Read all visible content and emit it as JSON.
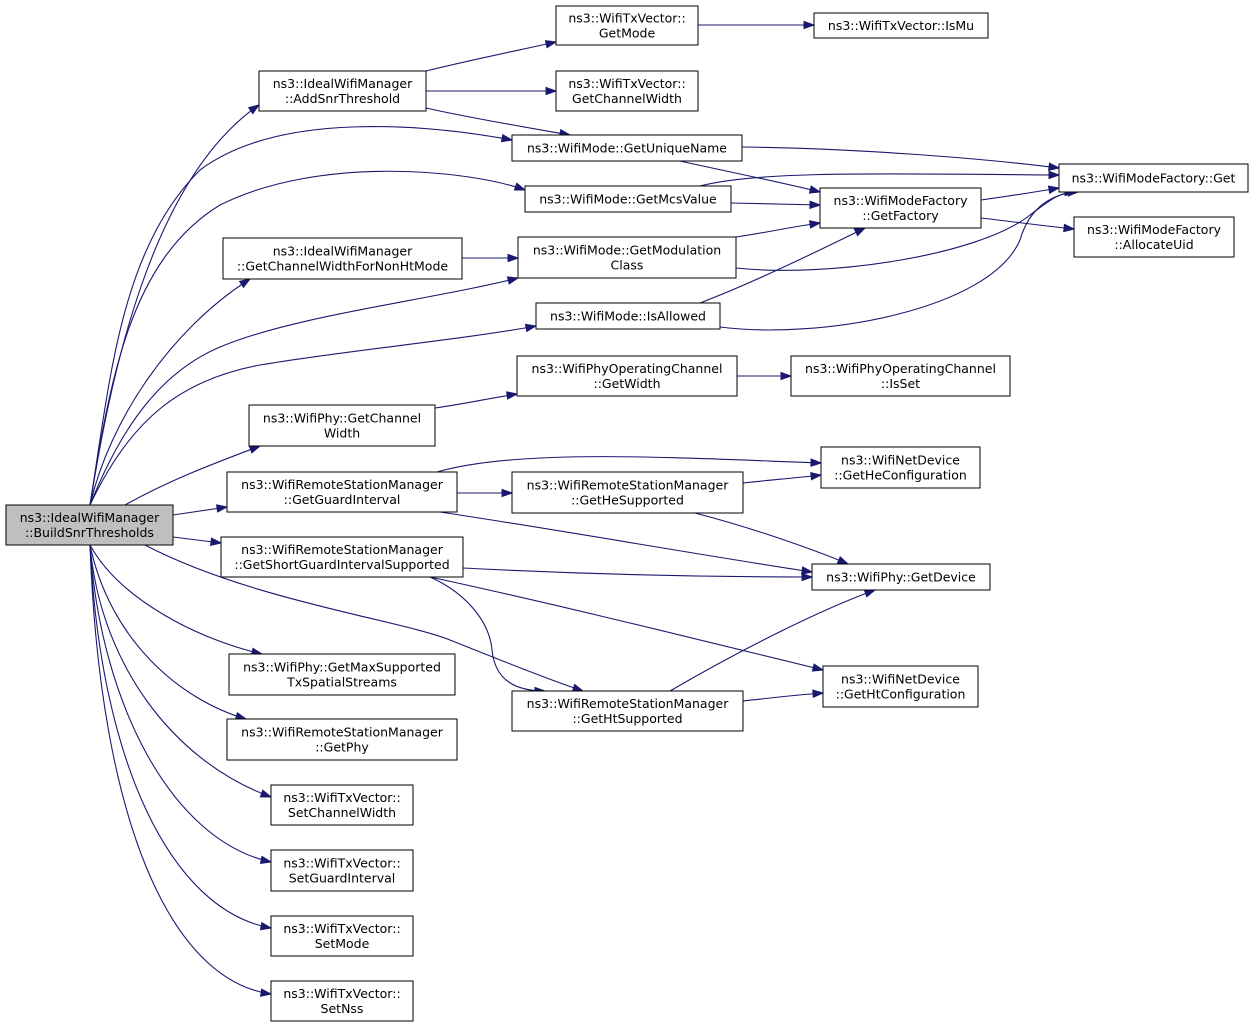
{
  "nodes": [
    {
      "id": "root",
      "lines": [
        "ns3::IdealWifiManager",
        "::BuildSnrThresholds"
      ],
      "highlighted": true
    },
    {
      "id": "add_snr",
      "lines": [
        "ns3::IdealWifiManager",
        "::AddSnrThreshold"
      ]
    },
    {
      "id": "txv_getmode",
      "lines": [
        "ns3::WifiTxVector::",
        "GetMode"
      ]
    },
    {
      "id": "txv_ismu",
      "lines": [
        "ns3::WifiTxVector::IsMu"
      ]
    },
    {
      "id": "txv_getcw",
      "lines": [
        "ns3::WifiTxVector::",
        "GetChannelWidth"
      ]
    },
    {
      "id": "mode_uniquename",
      "lines": [
        "ns3::WifiMode::GetUniqueName"
      ]
    },
    {
      "id": "modefactory_get",
      "lines": [
        "ns3::WifiModeFactory::Get"
      ]
    },
    {
      "id": "mode_mcs",
      "lines": [
        "ns3::WifiMode::GetMcsValue"
      ]
    },
    {
      "id": "modefactory_getfactory",
      "lines": [
        "ns3::WifiModeFactory",
        "::GetFactory"
      ]
    },
    {
      "id": "modefactory_alloc",
      "lines": [
        "ns3::WifiModeFactory",
        "::AllocateUid"
      ]
    },
    {
      "id": "ideal_getcwnonht",
      "lines": [
        "ns3::IdealWifiManager",
        "::GetChannelWidthForNonHtMode"
      ]
    },
    {
      "id": "mode_modclass",
      "lines": [
        "ns3::WifiMode::GetModulation",
        "Class"
      ]
    },
    {
      "id": "mode_isallowed",
      "lines": [
        "ns3::WifiMode::IsAllowed"
      ]
    },
    {
      "id": "opch_getwidth",
      "lines": [
        "ns3::WifiPhyOperatingChannel",
        "::GetWidth"
      ]
    },
    {
      "id": "opch_isset",
      "lines": [
        "ns3::WifiPhyOperatingChannel",
        "::IsSet"
      ]
    },
    {
      "id": "phy_getcw",
      "lines": [
        "ns3::WifiPhy::GetChannel",
        "Width"
      ]
    },
    {
      "id": "rsm_gi",
      "lines": [
        "ns3::WifiRemoteStationManager",
        "::GetGuardInterval"
      ]
    },
    {
      "id": "netdev_he",
      "lines": [
        "ns3::WifiNetDevice",
        "::GetHeConfiguration"
      ]
    },
    {
      "id": "rsm_he",
      "lines": [
        "ns3::WifiRemoteStationManager",
        "::GetHeSupported"
      ]
    },
    {
      "id": "rsm_sgi",
      "lines": [
        "ns3::WifiRemoteStationManager",
        "::GetShortGuardIntervalSupported"
      ]
    },
    {
      "id": "phy_getdevice",
      "lines": [
        "ns3::WifiPhy::GetDevice"
      ]
    },
    {
      "id": "phy_maxss",
      "lines": [
        "ns3::WifiPhy::GetMaxSupported",
        "TxSpatialStreams"
      ]
    },
    {
      "id": "netdev_ht",
      "lines": [
        "ns3::WifiNetDevice",
        "::GetHtConfiguration"
      ]
    },
    {
      "id": "rsm_ht",
      "lines": [
        "ns3::WifiRemoteStationManager",
        "::GetHtSupported"
      ]
    },
    {
      "id": "rsm_getphy",
      "lines": [
        "ns3::WifiRemoteStationManager",
        "::GetPhy"
      ]
    },
    {
      "id": "txv_setcw",
      "lines": [
        "ns3::WifiTxVector::",
        "SetChannelWidth"
      ]
    },
    {
      "id": "txv_setgi",
      "lines": [
        "ns3::WifiTxVector::",
        "SetGuardInterval"
      ]
    },
    {
      "id": "txv_setmode",
      "lines": [
        "ns3::WifiTxVector::",
        "SetMode"
      ]
    },
    {
      "id": "txv_setnss",
      "lines": [
        "ns3::WifiTxVector::",
        "SetNss"
      ]
    }
  ],
  "edges": [
    [
      "root",
      "add_snr"
    ],
    [
      "root",
      "mode_uniquename"
    ],
    [
      "root",
      "mode_mcs"
    ],
    [
      "root",
      "ideal_getcwnonht"
    ],
    [
      "root",
      "mode_modclass"
    ],
    [
      "root",
      "mode_isallowed"
    ],
    [
      "root",
      "phy_getcw"
    ],
    [
      "root",
      "rsm_gi"
    ],
    [
      "root",
      "rsm_sgi"
    ],
    [
      "root",
      "rsm_ht"
    ],
    [
      "root",
      "phy_maxss"
    ],
    [
      "root",
      "rsm_getphy"
    ],
    [
      "root",
      "txv_setcw"
    ],
    [
      "root",
      "txv_setgi"
    ],
    [
      "root",
      "txv_setmode"
    ],
    [
      "root",
      "txv_setnss"
    ],
    [
      "add_snr",
      "txv_getmode"
    ],
    [
      "add_snr",
      "txv_getcw"
    ],
    [
      "add_snr",
      "mode_uniquename"
    ],
    [
      "txv_getmode",
      "txv_ismu"
    ],
    [
      "mode_uniquename",
      "modefactory_get"
    ],
    [
      "mode_uniquename",
      "modefactory_getfactory"
    ],
    [
      "mode_mcs",
      "modefactory_get"
    ],
    [
      "mode_mcs",
      "modefactory_getfactory"
    ],
    [
      "modefactory_getfactory",
      "modefactory_get"
    ],
    [
      "modefactory_getfactory",
      "modefactory_alloc"
    ],
    [
      "ideal_getcwnonht",
      "mode_modclass"
    ],
    [
      "mode_modclass",
      "modefactory_getfactory"
    ],
    [
      "mode_modclass",
      "modefactory_get"
    ],
    [
      "mode_isallowed",
      "modefactory_getfactory"
    ],
    [
      "mode_isallowed",
      "modefactory_get"
    ],
    [
      "phy_getcw",
      "opch_getwidth"
    ],
    [
      "opch_getwidth",
      "opch_isset"
    ],
    [
      "rsm_gi",
      "netdev_he"
    ],
    [
      "rsm_gi",
      "rsm_he"
    ],
    [
      "rsm_gi",
      "phy_getdevice"
    ],
    [
      "rsm_he",
      "netdev_he"
    ],
    [
      "rsm_he",
      "phy_getdevice"
    ],
    [
      "rsm_sgi",
      "phy_getdevice"
    ],
    [
      "rsm_sgi",
      "netdev_ht"
    ],
    [
      "rsm_sgi",
      "rsm_ht"
    ],
    [
      "rsm_ht",
      "phy_getdevice"
    ],
    [
      "rsm_ht",
      "netdev_ht"
    ]
  ]
}
